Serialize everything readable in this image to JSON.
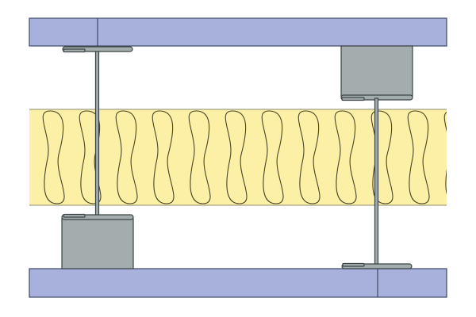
{
  "diagram": {
    "colors": {
      "board_fill": "#a7b1db",
      "board_stroke": "#3e4866",
      "insulation_fill": "#fbf0a6",
      "insulation_stroke": "#4a4526",
      "steel_fill": "#a3adae",
      "steel_stroke": "#3c4445",
      "background": "#ffffff"
    },
    "insulation_lobe_count": 12,
    "studs": [
      "left",
      "right"
    ]
  }
}
